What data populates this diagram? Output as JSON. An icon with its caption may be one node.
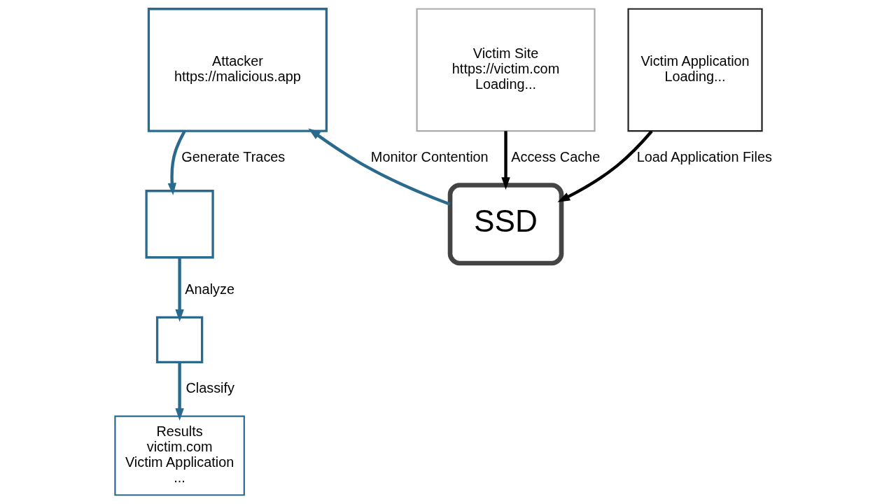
{
  "diagram": {
    "nodes": [
      {
        "text": [
          "Attacker",
          "https://malicious.app"
        ]
      },
      {
        "text": [
          "Victim Site",
          "https://victim.com",
          "Loading..."
        ]
      },
      {
        "text": [
          "Victim Application",
          "Loading..."
        ]
      },
      {
        "text": [
          "SSD"
        ]
      },
      {
        "text": [],
        "shape": "box"
      },
      {
        "text": [],
        "shape": "box"
      },
      {
        "text": [
          "Results",
          "victim.com",
          "Victim Application",
          "..."
        ]
      }
    ],
    "edges": [
      {
        "from": 0,
        "to": 4,
        "arrow": "to",
        "label": "Generate Traces"
      },
      {
        "from": 1,
        "to": 3,
        "arrow": "to",
        "label": "Access Cache",
        "color": "#000000"
      },
      {
        "from": 2,
        "to": 3,
        "arrow": "to",
        "label": "Load Application Files",
        "color": "#000000"
      },
      {
        "from": 3,
        "to": 0,
        "arrow": "to",
        "label": "Monitor Contention"
      },
      {
        "from": 4,
        "to": 5,
        "arrow": "to",
        "label": "Analyze"
      },
      {
        "from": 5,
        "to": 6,
        "arrow": "to",
        "label": "Classify"
      }
    ]
  }
}
